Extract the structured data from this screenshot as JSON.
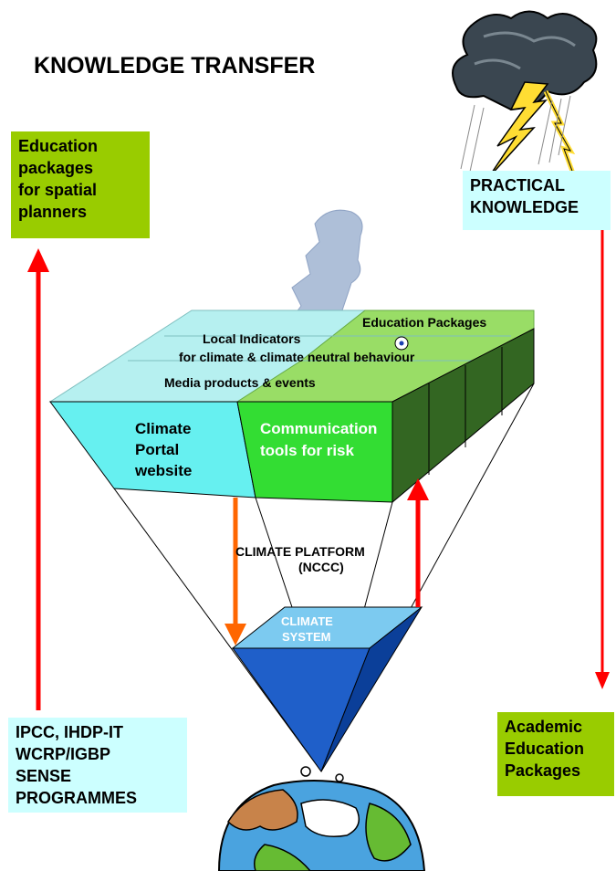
{
  "title": "KNOWLEDGE TRANSFER",
  "boxes": {
    "top_left": "Education\npackages\nfor spatial\nplanners",
    "top_right": "PRACTICAL\nKNOWLEDGE",
    "bottom_left": "IPCC, IHDP-IT\nWCRP/IGBP\nSENSE\nPROGRAMMES",
    "bottom_right": "Academic\nEducation\nPackages"
  },
  "pyramid": {
    "top_layer": {
      "education_packages": "Education Packages",
      "local_indicators_1": "Local Indicators",
      "local_indicators_2": "for climate & climate  neutral behaviour",
      "media_products": "Media products & events"
    },
    "front": {
      "climate_portal": "Climate\nPortal\nwebsite",
      "communication_tools": "Communication\ntools for risk"
    },
    "middle": {
      "platform_line1": "CLIMATE PLATFORM",
      "platform_line2": "(NCCC)"
    },
    "bottom": {
      "climate_system_line1": "CLIMATE",
      "climate_system_line2": "SYSTEM"
    }
  },
  "colors": {
    "green_box": "#99cc00",
    "cyan_box": "#ccffff",
    "arrow_red": "#ff0000",
    "arrow_orange": "#ff6600"
  }
}
